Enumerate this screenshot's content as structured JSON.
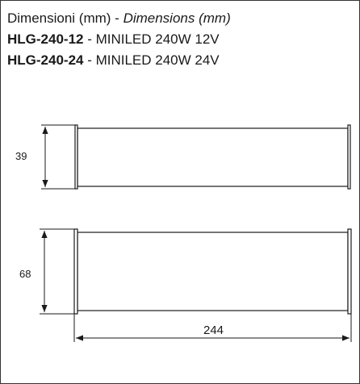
{
  "header": {
    "title_plain": "Dimensioni (mm) - ",
    "title_italic": "Dimensions (mm)",
    "models": [
      {
        "code": "HLG-240-12",
        "desc": " - MINILED 240W 12V"
      },
      {
        "code": "HLG-240-24",
        "desc": " - MINILED 240W 24V"
      }
    ]
  },
  "drawings": {
    "top_height_label": "39",
    "bottom_height_label": "68",
    "length_label": "244"
  },
  "colors": {
    "line": "#1a1a1a",
    "border": "#333333"
  }
}
